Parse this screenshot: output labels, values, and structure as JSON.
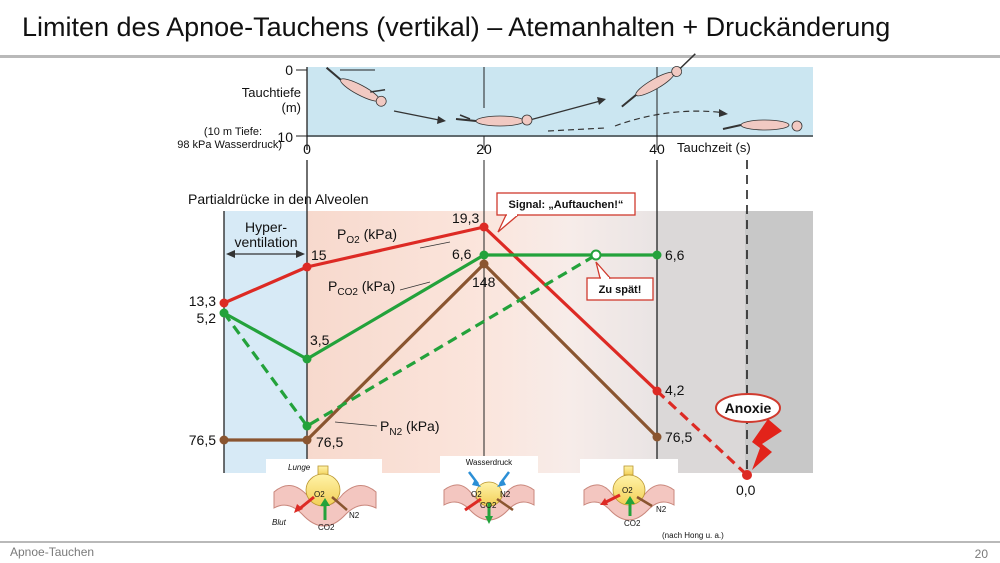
{
  "slide": {
    "title": "Limiten des Apnoe-Tauchens (vertikal) – Atemanhalten + Druckänderung",
    "footer_left": "Apnoe-Tauchen",
    "page_number": "20"
  },
  "depth_panel": {
    "depth_label_line1": "Tauchtiefe",
    "depth_label_line2": "(m)",
    "note_line1": "(10 m Tiefe:",
    "note_line2": "98 kPa Wasserdruck)",
    "depth_ticks": [
      "0",
      "10"
    ],
    "time_ticks": [
      "0",
      "20",
      "40"
    ],
    "time_label": "Tauchzeit (s)"
  },
  "alveolar_chart": {
    "title": "Partialdrücke in den Alveolen",
    "hyper_line1": "Hyper-",
    "hyper_line2": "ventilation",
    "signal_callout": "Signal: „Auftauchen!“",
    "too_late_callout": "Zu spät!",
    "anoxie": "Anoxie",
    "series_labels": {
      "po2_base": "P",
      "po2_sub": "O2",
      "po2_unit": " (kPa)",
      "pco2_base": "P",
      "pco2_sub": "CO2",
      "pco2_unit": " (kPa)",
      "pn2_base": "P",
      "pn2_sub": "N2",
      "pn2_unit": " (kPa)"
    },
    "value_labels": {
      "po2_start": "13,3",
      "co2_start": "5,2",
      "n2_start": "76,5",
      "po2_t0": "15",
      "co2_t0": "3,5",
      "n2_t0": "76,5",
      "po2_t20": "19,3",
      "co2_t20": "6,6",
      "n2_t20": "148",
      "co2_t40": "6,6",
      "po2_t40": "4,2",
      "n2_t40": "76,5",
      "end": "0,0"
    }
  },
  "lung_diagrams": {
    "lunge": "Lunge",
    "blut": "Blut",
    "o2": "O2",
    "co2": "CO2",
    "n2": "N2",
    "wasserdruck": "Wasserdruck",
    "source": "(nach Hong u. a.)"
  },
  "colors": {
    "po2": "#dd2a24",
    "pco2": "#23a23b",
    "pn2": "#8a5530",
    "water": "#cbe6f1",
    "hyper_zone": "#d7eaf6",
    "anoxia_zone": "#c8c8c8"
  }
}
